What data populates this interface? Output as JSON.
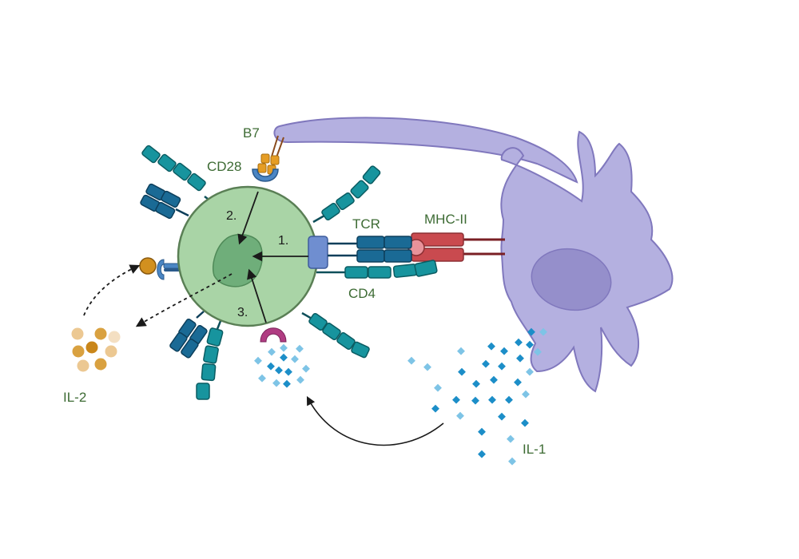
{
  "labels": {
    "b7": "B7",
    "cd28": "CD28",
    "tcr": "TCR",
    "mhc2": "MHC-II",
    "cd4": "CD4",
    "il2": "IL-2",
    "il1": "IL-1"
  },
  "steps": {
    "one": "1.",
    "two": "2.",
    "three": "3."
  },
  "colors": {
    "tcell": "#a9d4a6",
    "tcell_stroke": "#5a7f55",
    "nucleus": "#6fae7a",
    "apc": "#b4b0e0",
    "apc_stroke": "#8078bd",
    "apc_nucleus": "#958fcb",
    "receptor_teal": "#17949e",
    "receptor_blue": "#1a6a95",
    "mhc_red": "#c94a4f",
    "b7_orange": "#e59d25",
    "il2_gold": "#d2901f",
    "il1_blue": "#1c8ec8",
    "receptor_pink": "#b03c82",
    "label_green": "#3d6b34"
  }
}
